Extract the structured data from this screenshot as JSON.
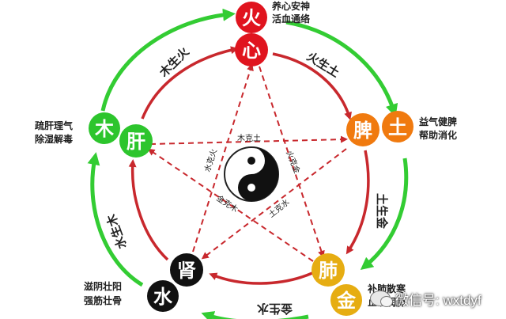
{
  "elements": {
    "fire": {
      "organ": "心",
      "element": "火",
      "desc": [
        "养心安神",
        "活血通络"
      ]
    },
    "earth": {
      "organ": "脾",
      "element": "土",
      "desc": [
        "益气健脾",
        "帮助消化"
      ]
    },
    "metal": {
      "organ": "肺",
      "element": "金",
      "desc": [
        "补肺散寒",
        "止咳润肺"
      ]
    },
    "water": {
      "organ": "肾",
      "element": "水",
      "desc": [
        "滋阴壮阳",
        "强筋壮骨"
      ]
    },
    "wood": {
      "organ": "肝",
      "element": "木",
      "desc": [
        "疏肝理气",
        "除湿解毒"
      ]
    }
  },
  "generating": [
    "木生火",
    "火生土",
    "土生金",
    "金生水",
    "水生木"
  ],
  "controlling": [
    "木克土",
    "火克金",
    "土克水",
    "金克木",
    "水克火"
  ],
  "watermark": "微信号: wxtdyf",
  "colors": {
    "fire": "#e0141e",
    "earth": "#f07a0f",
    "metal": "#e6ad12",
    "water": "#111111",
    "wood": "#2dc52d",
    "red_arrow": "#c8282d",
    "green_arrow": "#33cc33",
    "dash": "#c8282d"
  }
}
